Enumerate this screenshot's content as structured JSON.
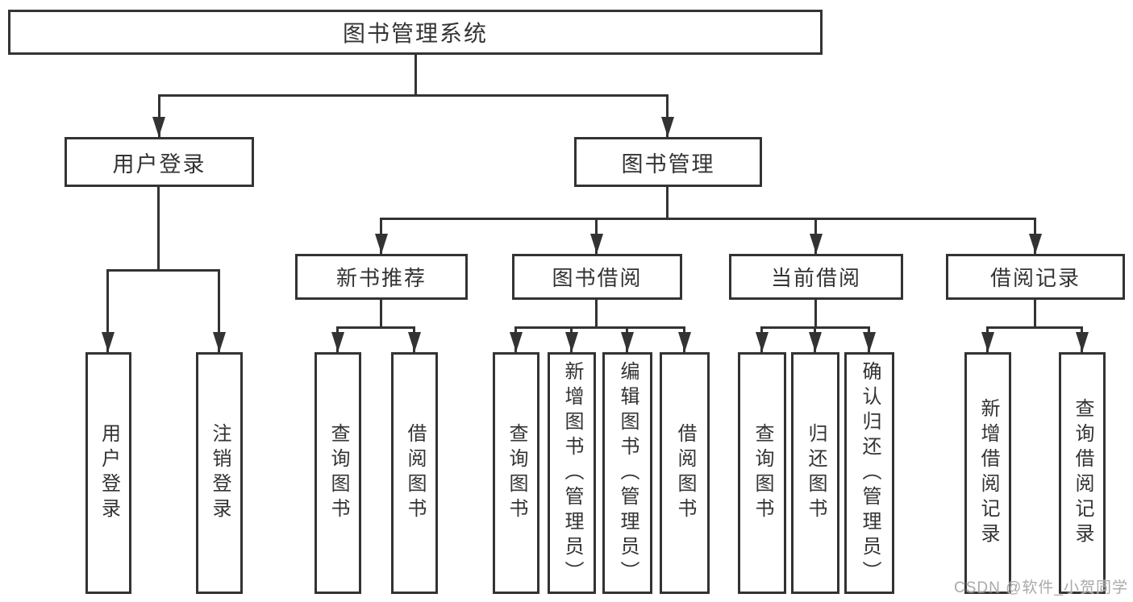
{
  "diagram": {
    "tree": {
      "label": "图书管理系统",
      "children": [
        {
          "label": "用户登录",
          "children": [
            {
              "label": "用户登录"
            },
            {
              "label": "注销登录"
            }
          ]
        },
        {
          "label": "图书管理",
          "children": [
            {
              "label": "新书推荐",
              "children": [
                {
                  "label": "查询图书"
                },
                {
                  "label": "借阅图书"
                }
              ]
            },
            {
              "label": "图书借阅",
              "children": [
                {
                  "label": "查询图书"
                },
                {
                  "label": "新增图书（管理员）"
                },
                {
                  "label": "编辑图书（管理员）"
                },
                {
                  "label": "借阅图书"
                }
              ]
            },
            {
              "label": "当前借阅",
              "children": [
                {
                  "label": "查询图书"
                },
                {
                  "label": "归还图书"
                },
                {
                  "label": "确认归还（管理员）"
                }
              ]
            },
            {
              "label": "借阅记录",
              "children": [
                {
                  "label": "新增借阅记录"
                },
                {
                  "label": "查询借阅记录"
                }
              ]
            }
          ]
        }
      ]
    },
    "colors": {
      "line": "#333333",
      "text": "#333333",
      "background": "#ffffff",
      "watermark_color": "#a9a9a9"
    }
  },
  "watermark": {
    "text": "CSDN @软件_小贺同学"
  }
}
